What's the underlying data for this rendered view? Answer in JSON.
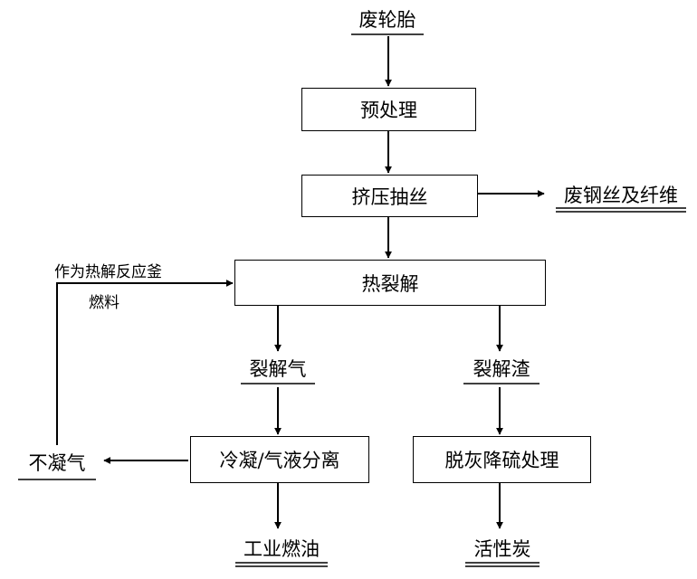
{
  "title": "",
  "nodes": {
    "waste_tire": "废轮胎",
    "pretreatment": "预处理",
    "extrusion": "挤压抽丝",
    "steel_fiber": "废钢丝及纤维",
    "pyrolysis": "热裂解",
    "pyrolysis_gas": "裂解气",
    "pyrolysis_residue": "裂解渣",
    "condensation": "冷凝/气液分离",
    "non_condensable": "不凝气",
    "desulfurization": "脱灰降硫处理",
    "industrial_oil": "工业燃油",
    "activated_carbon": "活性炭"
  },
  "notes": {
    "fuel_line1": "作为热解反应釜",
    "fuel_line2": "燃料"
  },
  "colors": {
    "stroke": "#000000",
    "background": "#ffffff"
  }
}
